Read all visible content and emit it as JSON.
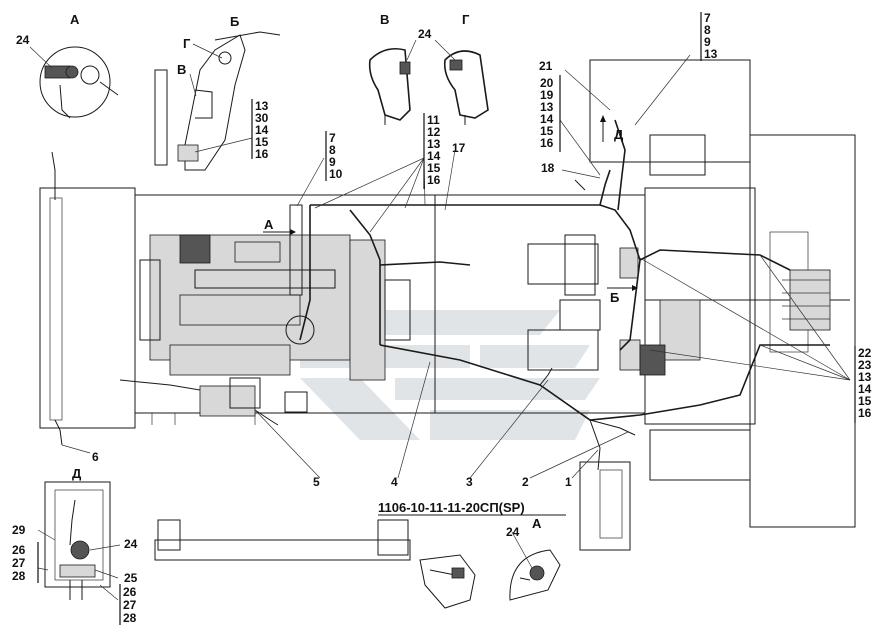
{
  "drawing_code": "1106-10-11-11-20СП(SP)",
  "views": {
    "a_top": "А",
    "b": "Б",
    "g_b": "Г",
    "v_b": "В",
    "v": "В",
    "g": "Г",
    "d": "Д",
    "a_bottom": "А",
    "arrow_a": "А",
    "arrow_b": "Б",
    "arrow_d": "Д"
  },
  "callouts": {
    "c24_a": "24",
    "c24_vg": "24",
    "c24_d": "24",
    "c24_a2": "24",
    "c21": "21",
    "c18": "18",
    "c17": "17",
    "c1": "1",
    "c2": "2",
    "c3": "3",
    "c4": "4",
    "c5": "5",
    "c6": "6",
    "c25": "25",
    "c29": "29"
  },
  "stacks": {
    "b_group": [
      "13",
      "30",
      "14",
      "15",
      "16"
    ],
    "center_group": [
      "7",
      "8",
      "9",
      "10"
    ],
    "mid_group": [
      "11",
      "12",
      "13",
      "14",
      "15",
      "16"
    ],
    "top_right_group": [
      "7",
      "8",
      "9",
      "13"
    ],
    "right_group": [
      "20",
      "19",
      "13",
      "14",
      "15",
      "16"
    ],
    "far_right_group": [
      "22",
      "23",
      "13",
      "14",
      "15",
      "16"
    ],
    "d_left_group": [
      "26",
      "27",
      "28"
    ],
    "d_bottom_group": [
      "26",
      "27",
      "28"
    ]
  }
}
